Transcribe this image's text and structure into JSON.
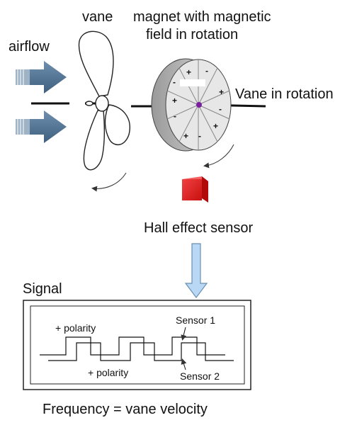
{
  "labels": {
    "airflow": "airflow",
    "vane": "vane",
    "magnet_line1": "magnet with magnetic",
    "magnet_line2": "field in rotation",
    "vane_rotation": "Vane in rotation",
    "hall_sensor": "Hall effect sensor",
    "signal": "Signal",
    "plus_polarity_top": "+ polarity",
    "plus_polarity_bottom": "+ polarity",
    "sensor1": "Sensor 1",
    "sensor2": "Sensor 2",
    "frequency": "Frequency = vane velocity"
  },
  "magnet_signs": [
    "+",
    "-",
    "+",
    "-",
    "+",
    "-",
    "+",
    "-",
    "+",
    "-"
  ],
  "colors": {
    "arrow": "#4d6f8f",
    "sensor": "#e8191b",
    "signal_arrow": "#b8d8f5",
    "hub": "#7a1fa0",
    "disk": "#e7e7e7"
  }
}
